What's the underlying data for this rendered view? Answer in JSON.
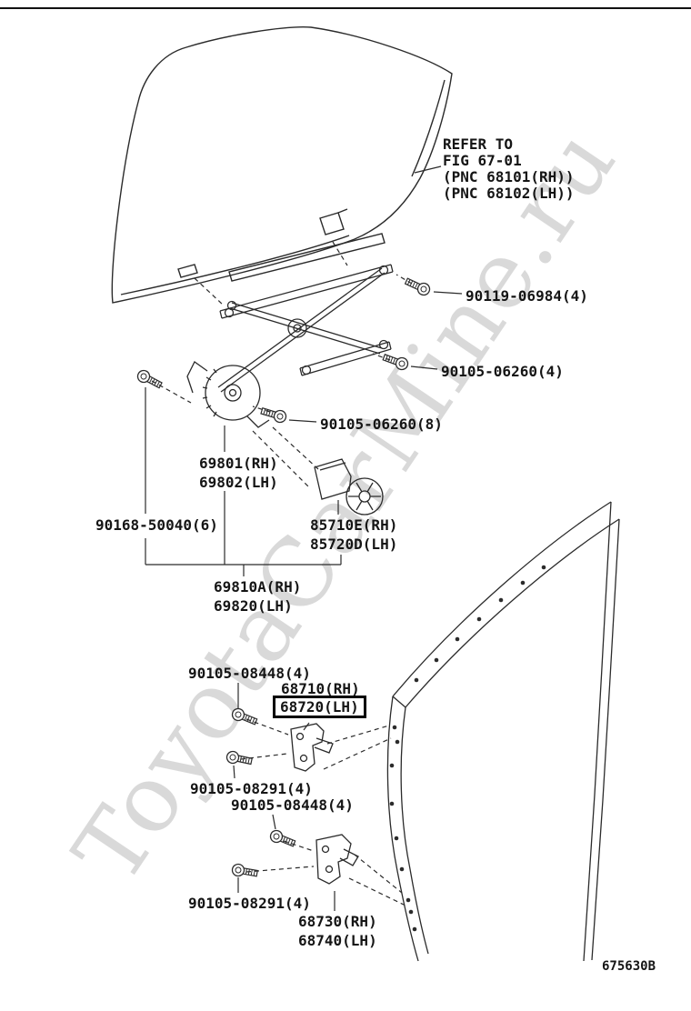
{
  "watermark": "ToyotaCarMine.ru",
  "figure_code": "675630B",
  "refer_note": {
    "line1": "REFER TO",
    "line2": "FIG 67-01",
    "line3": "(PNC 68101(RH))",
    "line4": "(PNC 68102(LH))"
  },
  "parts": {
    "bolt_90119_06984": "90119-06984(4)",
    "bolt_90105_06260_4": "90105-06260(4)",
    "bolt_90105_06260_8": "90105-06260(8)",
    "regulator_sub_rh": "69801(RH)",
    "regulator_sub_lh": "69802(LH)",
    "screw_90168_50040": "90168-50040(6)",
    "motor_rh": "85710E(RH)",
    "motor_lh": "85720D(LH)",
    "regulator_assy_rh": "69810A(RH)",
    "regulator_assy_lh": "69820(LH)",
    "bolt_90105_08448_upper": "90105-08448(4)",
    "check_upper_rh": "68710(RH)",
    "check_upper_lh": "68720(LH)",
    "bolt_90105_08291_upper": "90105-08291(4)",
    "bolt_90105_08448_lower": "90105-08448(4)",
    "bolt_90105_08291_lower": "90105-08291(4)",
    "check_lower_rh": "68730(RH)",
    "check_lower_lh": "68740(LH)"
  }
}
